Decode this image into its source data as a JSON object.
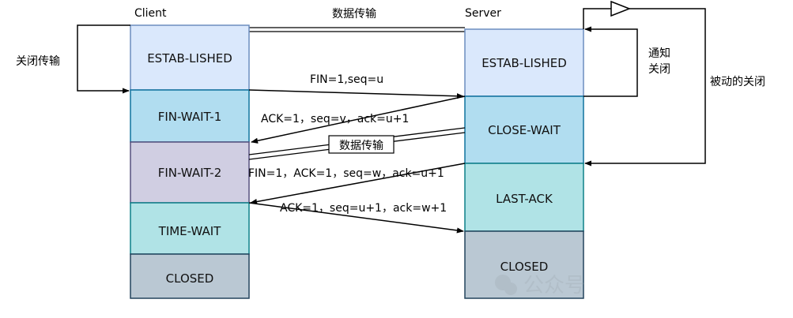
{
  "headers": {
    "client": "Client",
    "server": "Server",
    "data_transfer_top": "数据传输"
  },
  "client_states": [
    {
      "label": "ESTAB-LISHED",
      "color": "#dae8fc"
    },
    {
      "label": "FIN-WAIT-1",
      "color": "#b1ddf0"
    },
    {
      "label": "FIN-WAIT-2",
      "color": "#d0cee2"
    },
    {
      "label": "TIME-WAIT",
      "color": "#b0e3e6"
    },
    {
      "label": "CLOSED",
      "color": "#bac8d3"
    }
  ],
  "server_states": [
    {
      "label": "ESTAB-LISHED",
      "color": "#dae8fc"
    },
    {
      "label": "CLOSE-WAIT",
      "color": "#b1ddf0"
    },
    {
      "label": "LAST-ACK",
      "color": "#b0e3e6"
    },
    {
      "label": "CLOSED",
      "color": "#bac8d3"
    }
  ],
  "messages": {
    "fin1": "FIN=1,seq=u",
    "ack1": "ACK=1，seq=v，ack=u+1",
    "data_transfer_mid": "数据传输",
    "fin2": "FIN=1，ACK=1，seq=w，ack=u+1",
    "ack2": "ACK=1，seq=u+1，ack=w+1"
  },
  "side_labels": {
    "active_close": "关闭传输",
    "notify_line1": "通知",
    "notify_line2": "关闭",
    "passive_close": "被动的关闭"
  },
  "watermark": "公众号"
}
